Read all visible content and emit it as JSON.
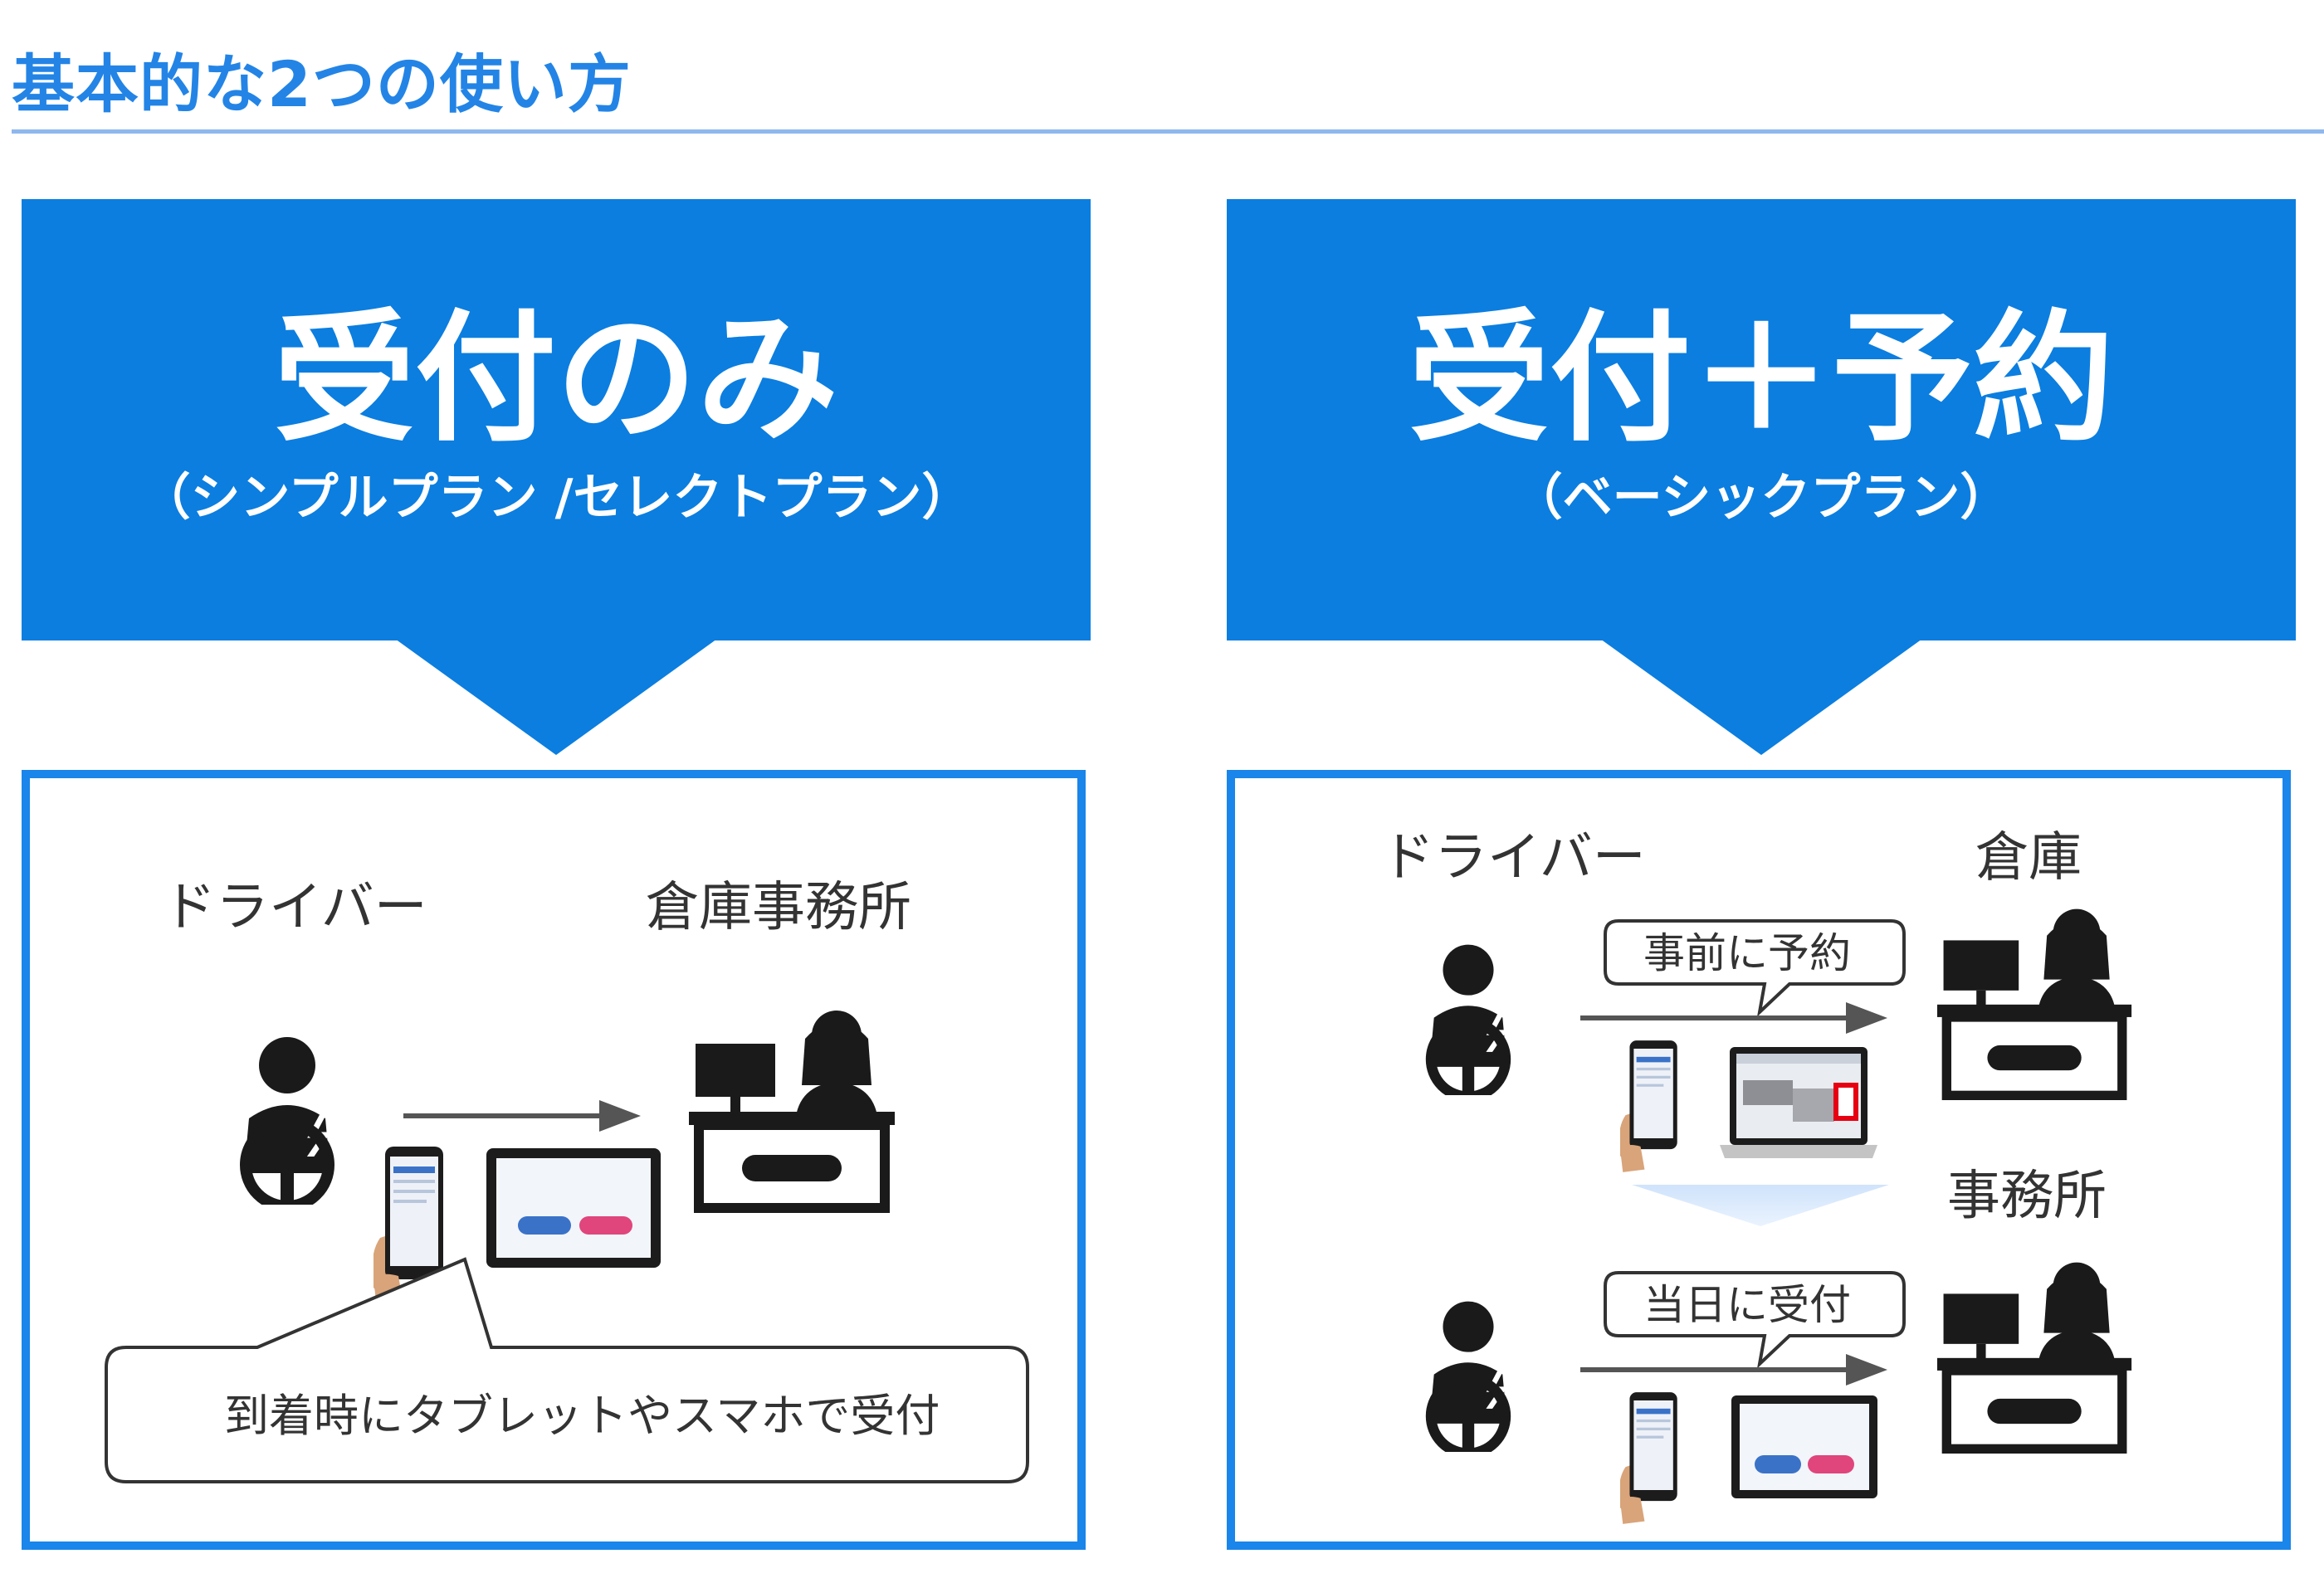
{
  "header": {
    "title": "基本的な2つの使い方"
  },
  "colors": {
    "primary_blue": "#0b7ee0",
    "title_blue": "#2384e6",
    "rule_blue": "#8fb8ee",
    "icon_dark": "#1a1a1a"
  },
  "left": {
    "banner_title": "受付のみ",
    "banner_subtitle": "（シンプルプラン /セレクトプラン）",
    "driver_label": "ドライバー",
    "office_label": "倉庫事務所",
    "callout": "到着時にタブレットやスマホで受付"
  },
  "right": {
    "banner_title": "受付＋予約",
    "banner_subtitle": "（ベーシックプラン）",
    "driver_label": "ドライバー",
    "warehouse_label": "倉庫",
    "office_label": "事務所",
    "bubble_reserve": "事前に予約",
    "bubble_checkin": "当日に受付"
  },
  "icons": [
    "driver-icon",
    "receptionist-icon",
    "smartphone-icon",
    "tablet-icon",
    "laptop-icon",
    "arrow-right-icon",
    "arrow-down-icon"
  ]
}
